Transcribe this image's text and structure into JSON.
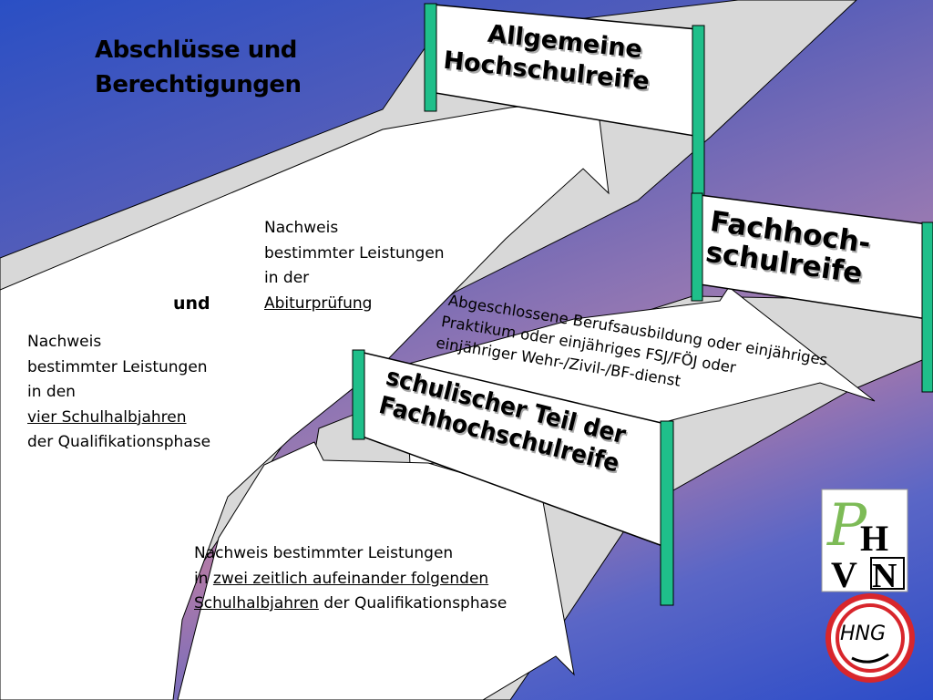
{
  "title": [
    "Abschlüsse und",
    "Berechtigungen"
  ],
  "signs": {
    "allgemeine": [
      "Allgemeine",
      "Hochschulreife"
    ],
    "fachhoch": [
      "Fachhoch-",
      "schulreife"
    ],
    "schulisch": [
      "schulischer Teil der",
      "Fachhochschulreife"
    ]
  },
  "texts": {
    "und": "und",
    "abitur": [
      "Nachweis",
      "bestimmter Leistungen",
      "in der",
      "Abiturprüfung"
    ],
    "vier": [
      "Nachweis",
      "bestimmter Leistungen",
      "in den",
      "vier Schulhalbjahren",
      "der Qualifikationsphase"
    ],
    "zwei_line1": "Nachweis bestimmter Leistungen",
    "zwei_line2_prefix": "in ",
    "zwei_line2_u": "zwei zeitlich aufeinander folgenden",
    "zwei_line3_u": "Schulhalbjahren",
    "zwei_line3_suffix": " der Qualifikationsphase",
    "beruf": [
      "Abgeschlossene Berufsausbildung  oder einjähriges",
      "Praktikum oder einjähriges FSJ/FÖJ oder",
      "einjähriger Wehr-/Zivil-/BF-dienst"
    ]
  },
  "logos": {
    "top_letters": [
      "P",
      "H",
      "V",
      "N"
    ],
    "bottom_letters": "HNG"
  },
  "colors": {
    "pole": "#1fbf8a",
    "road": "#d6d6d6",
    "arrow_fill": "#ffffff",
    "logo_red": "#d8262c",
    "logo_green": "#7dbb57"
  }
}
